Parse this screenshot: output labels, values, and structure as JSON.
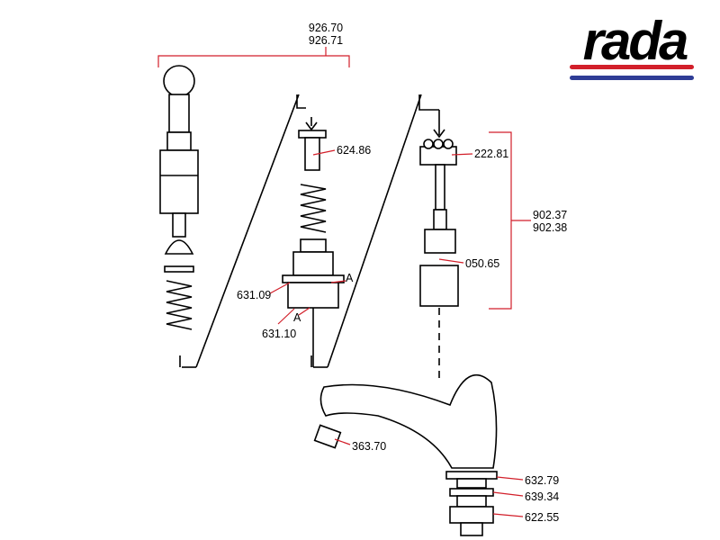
{
  "brand": {
    "logo_text": "rada",
    "red": "#d21f2a",
    "blue": "#2f3d96"
  },
  "labels": {
    "assembly_top_1": "926.70",
    "assembly_top_2": "926.71",
    "cap": "624.86",
    "head": "222.81",
    "cartridge_1": "902.37",
    "cartridge_2": "902.38",
    "valve": "050.65",
    "seal_a": "631.09",
    "seal_b": "631.10",
    "marker_a1": "A",
    "marker_a2": "A",
    "aerator": "363.70",
    "washer": "632.79",
    "gasket": "639.34",
    "nut": "622.55"
  }
}
